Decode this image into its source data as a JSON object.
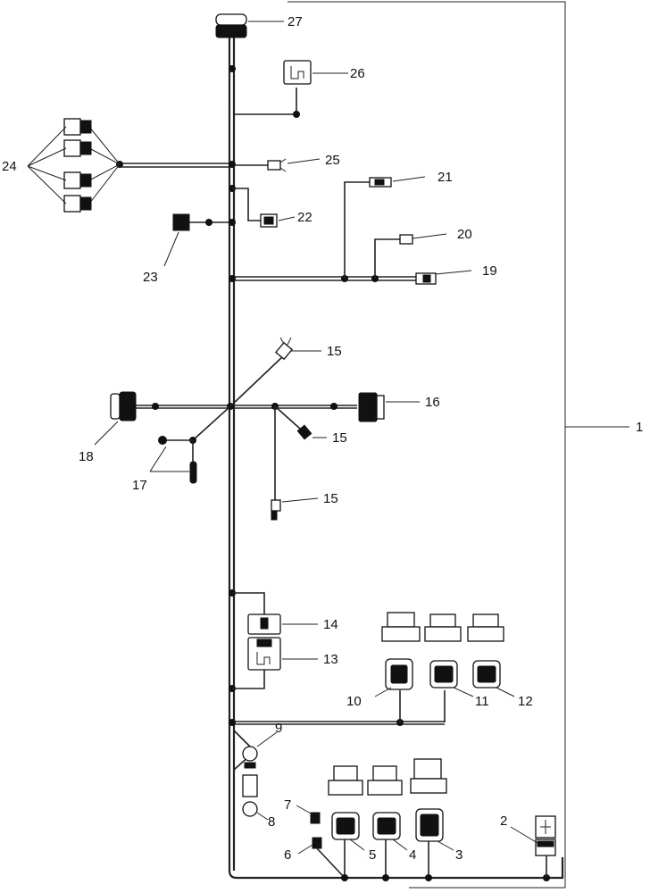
{
  "callouts": {
    "c1": "1",
    "c2": "2",
    "c3": "3",
    "c4": "4",
    "c5": "5",
    "c6": "6",
    "c7": "7",
    "c8": "8",
    "c9": "9",
    "c10": "10",
    "c11": "11",
    "c12": "12",
    "c13": "13",
    "c14": "14",
    "c15a": "15",
    "c15b": "15",
    "c15c": "15",
    "c16": "16",
    "c17": "17",
    "c18": "18",
    "c19": "19",
    "c20": "20",
    "c21": "21",
    "c22": "22",
    "c23": "23",
    "c24": "24",
    "c25": "25",
    "c26": "26",
    "c27": "27"
  }
}
